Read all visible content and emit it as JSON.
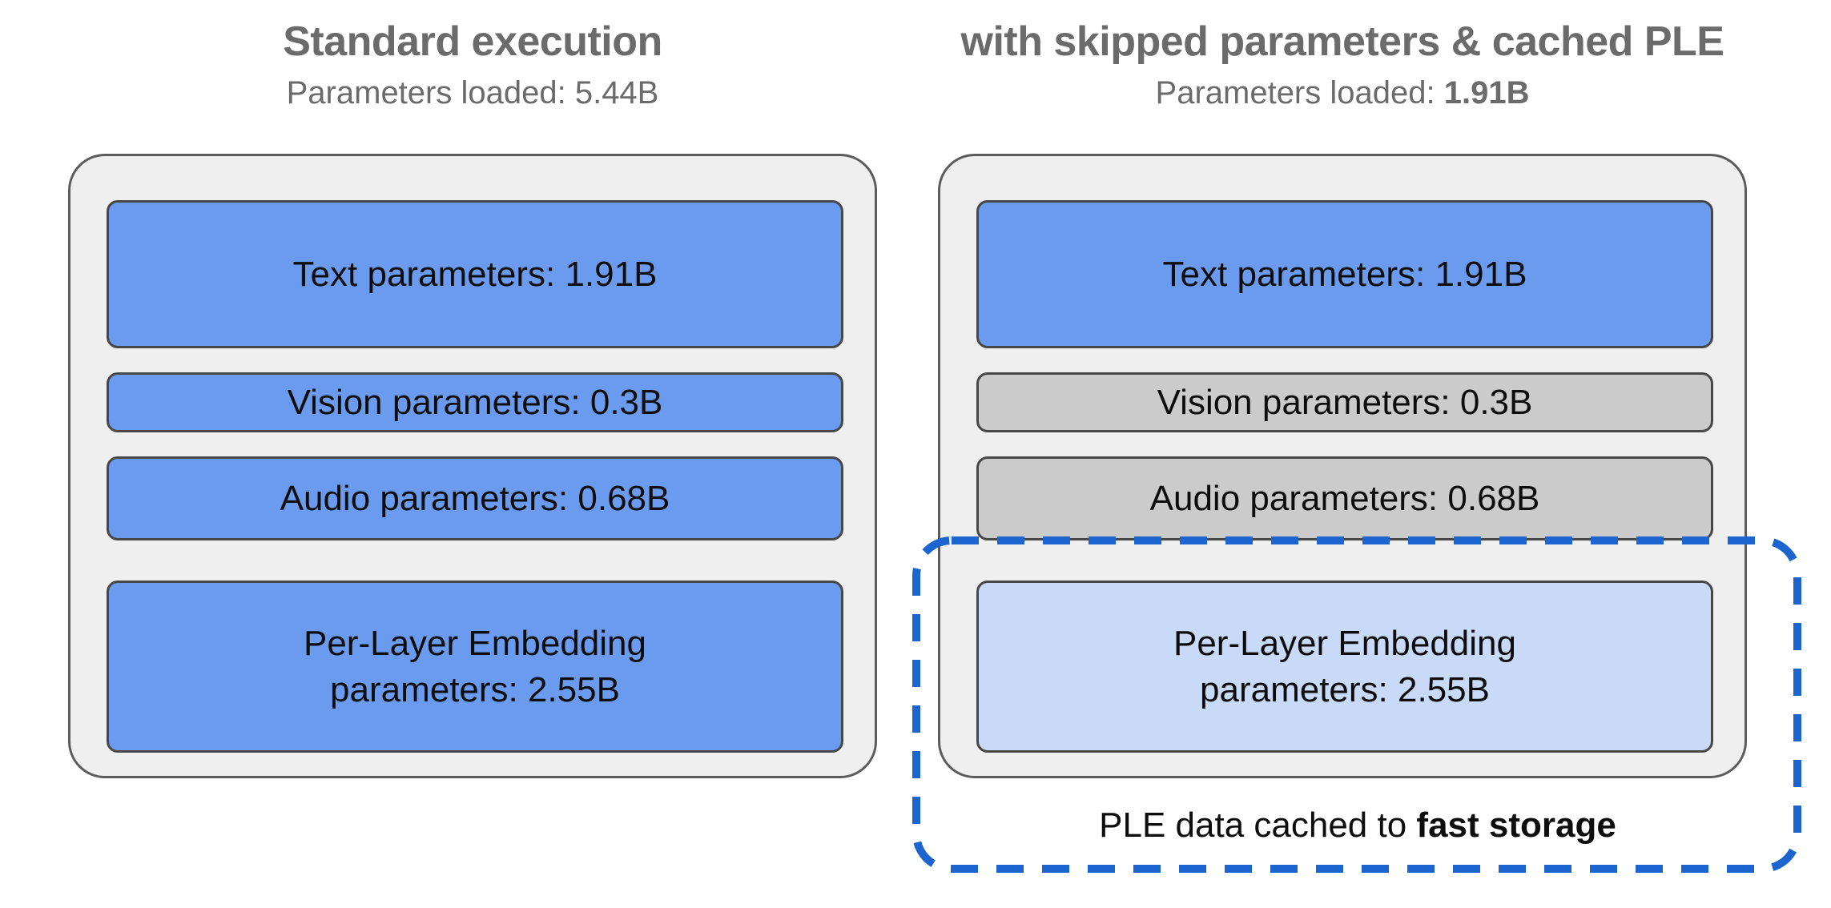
{
  "colors": {
    "block_blue": "#6b9bee",
    "block_gray": "#cbcbcb",
    "block_lightblue": "#c9daf8",
    "container_fill": "#efefef",
    "container_border": "#5c5c5c",
    "block_border": "#474747",
    "dashed_blue": "#1c64cf",
    "heading_gray": "#6b6b6b"
  },
  "left": {
    "title": "Standard execution",
    "params_loaded": {
      "prefix": "Parameters loaded: ",
      "value": "5.44B"
    },
    "blocks": [
      {
        "name": "text",
        "label": "Text parameters: 1.91B",
        "value_b": 1.91
      },
      {
        "name": "vision",
        "label": "Vision parameters: 0.3B",
        "value_b": 0.3
      },
      {
        "name": "audio",
        "label": "Audio parameters: 0.68B",
        "value_b": 0.68
      },
      {
        "name": "ple",
        "lines": [
          "Per-Layer Embedding",
          "parameters: 2.55B"
        ],
        "value_b": 2.55
      }
    ]
  },
  "right": {
    "title": "with skipped parameters & cached PLE",
    "params_loaded": {
      "prefix": "Parameters loaded: ",
      "value": "1.91B"
    },
    "blocks": [
      {
        "name": "text",
        "label": "Text parameters: 1.91B",
        "value_b": 1.91
      },
      {
        "name": "vision",
        "label": "Vision parameters: 0.3B",
        "value_b": 0.3
      },
      {
        "name": "audio",
        "label": "Audio parameters: 0.68B",
        "value_b": 0.68
      },
      {
        "name": "ple",
        "lines": [
          "Per-Layer Embedding",
          "parameters: 2.55B"
        ],
        "value_b": 2.55
      }
    ],
    "cache_note": {
      "prefix": "PLE data cached to ",
      "emphasis": "fast storage"
    }
  }
}
